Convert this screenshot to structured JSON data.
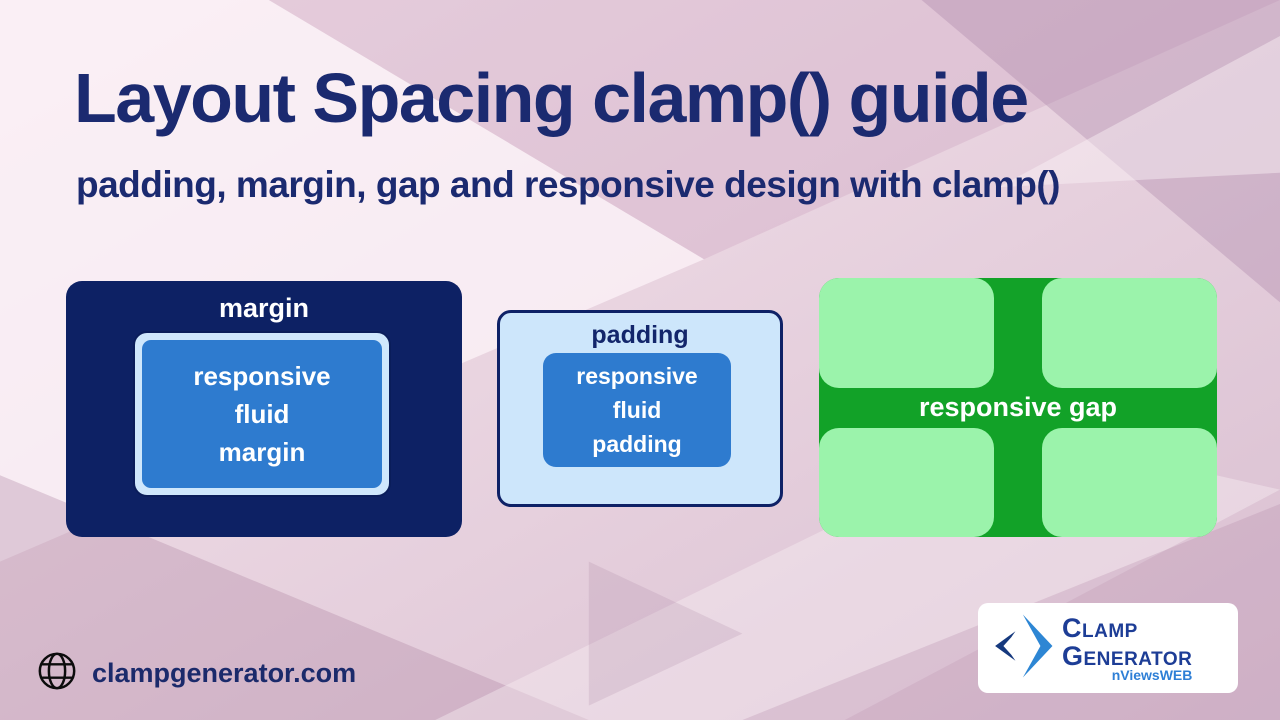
{
  "header": {
    "title": "Layout Spacing clamp() guide",
    "subtitle": "padding, margin, gap and responsive design with clamp()"
  },
  "examples": {
    "margin": {
      "label": "margin",
      "lines": [
        "responsive",
        "fluid",
        "margin"
      ]
    },
    "padding": {
      "label": "padding",
      "lines": [
        "responsive",
        "fluid",
        "padding"
      ]
    },
    "gap": {
      "label": "responsive gap",
      "cell_count": 4
    }
  },
  "footer": {
    "website": "clampgenerator.com"
  },
  "logo": {
    "name_line1": "Clamp",
    "name_line2": "Generator",
    "byline": "nViewsWEB"
  },
  "icons": {
    "globe": "globe-icon",
    "brackets": "code-chevrons-icon"
  },
  "colors": {
    "background_base": "#e9d4e0",
    "heading_navy": "#1b2a70",
    "margin_container_navy": "#0d2164",
    "light_blue": "#cde6fb",
    "content_blue": "#2e7bcf",
    "gap_green": "#12a228",
    "gap_cell_green": "#9bf3ab",
    "logo_navy": "#1d3d96",
    "logo_light_blue": "#2e7fd6",
    "white": "#ffffff"
  }
}
